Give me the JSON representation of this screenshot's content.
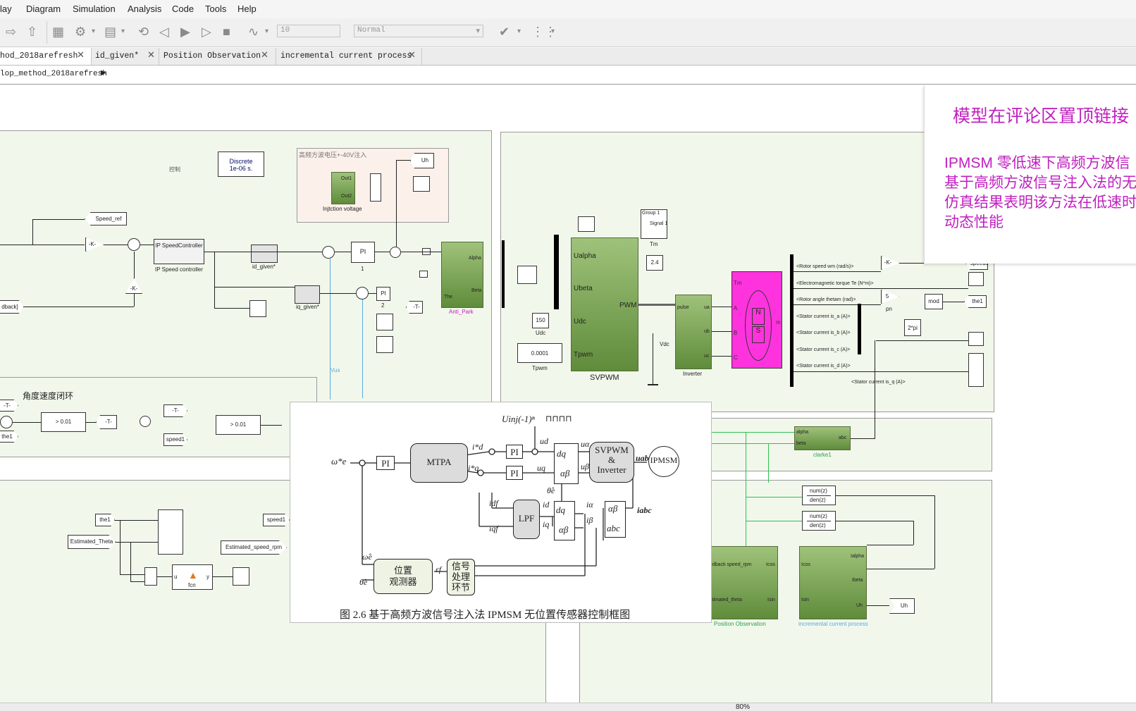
{
  "menu": [
    "lay",
    "Diagram",
    "Simulation",
    "Analysis",
    "Code",
    "Tools",
    "Help"
  ],
  "toolbar": {
    "stop_time": "10",
    "sim_mode": "Normal"
  },
  "tabs": [
    {
      "label": "hod_2018arefresh"
    },
    {
      "label": "id_given*"
    },
    {
      "label": "Position Observation"
    },
    {
      "label": "incremental current process"
    }
  ],
  "breadcrumb": "lop_method_2018arefresh",
  "annotation": {
    "title": "模型在评论区置顶链接",
    "lines": [
      "IPMSM 零低速下高频方波信",
      "基于高频方波信号注入法的无",
      "仿真结果表明该方法在低速时",
      "动态性能"
    ]
  },
  "model": {
    "discrete_label": "Discrete\n1e-06 s.",
    "control_label": "控制",
    "hf_area_title": "高频方波电压+-40V注入",
    "injection_label": "Injtction voltage",
    "out1": "Out1",
    "out2": "Out2",
    "uh": "Uh",
    "speed_ref": "Speed_ref",
    "gain_k": "-K-",
    "feedback": "dback]",
    "ip_speed_block": "IP SpeedController",
    "ip_speed_label": "IP Speed controller",
    "id_given": "id_given*",
    "iq_given": "iq_given*",
    "pi": "PI",
    "pi1": "1",
    "pi2": "2",
    "anti_park": "Anti_Park",
    "alpha": "Alpha",
    "beta": "Beta",
    "the": "The",
    "tag_t": "-T-",
    "svpwm": "SVPWM",
    "ualpha": "Ualpha",
    "ubeta": "Ubeta",
    "udc": "Udc",
    "tpwm": "Tpwm",
    "pwm": "PWM",
    "udc_val": "150",
    "udc_lbl": "Udc",
    "tpwm_val": "0.0001",
    "tpwm_lbl": "Tpwm",
    "group1": "Group 1",
    "signal1": "Signal 1",
    "tm": "Tm",
    "val24": "2.4",
    "inverter": "Inverter",
    "pulse": "pulse",
    "vdc": "Vdc",
    "ua": "ua",
    "ub": "ub",
    "uc": "uc",
    "sig_a": "A",
    "sig_b": "B",
    "sig_c": "C",
    "motor_n": "N",
    "motor_s": "S",
    "motor_m": "m",
    "bus_labels": [
      "<Rotor speed wm (rad/s)>",
      "<Electromagnetic torque Te (N*m)>",
      "<Rotor angle thetam (rad)>",
      "<Stator current is_a (A)>",
      "<Stator current is_b (A)>",
      "<Stator current is_c (A)>",
      "<Stator current is_d (A)>",
      "<Stator current is_q (A)>"
    ],
    "speed1": "speed1",
    "pn_val": "5",
    "pn": "pn",
    "mod": "mod",
    "the1": "the1",
    "two_pi": "2*pi",
    "angle_loop": "角度速度闭环",
    "gt001": "> 0.01",
    "vus": "Vus",
    "clarke": "clarke1",
    "c_alpha": "alpha",
    "c_beta": "beta",
    "c_abc": "abc",
    "numz": "num(z)",
    "denz": "den(z)",
    "estimated_theta": "Estimated_Theta",
    "estimated_speed": "Estimated_speed_rpm",
    "fcn": "fcn",
    "fcn_u": "u",
    "fcn_y": "y",
    "pos_obs": "Position Observation",
    "inc_proc": "incremental current process",
    "feedback_speed": "edback speed_rpm",
    "stimated_theta": "stimated_theta",
    "icos": "Icos",
    "isin": "Isin",
    "ialpha": "Ialpha",
    "ibeta": "Ibeta"
  },
  "figure": {
    "caption": "图 2.6  基于高频方波信号注入法 IPMSM 无位置传感器控制框图",
    "uinj": "Uinj(-1)ⁿ",
    "we_ref": "ω*e",
    "pi": "PI",
    "mtpa": "MTPA",
    "id_ref": "i*d",
    "iq_ref": "i*q",
    "ud": "ud",
    "uq": "uq",
    "ua": "uα",
    "ub": "uβ",
    "dq": "dq",
    "ab": "αβ",
    "svpwm_line1": "SVPWM",
    "svpwm_line2": "&",
    "svpwm_line3": "Inverter",
    "uabc": "uabc",
    "ipmsm": "IPMSM",
    "theta_hat": "θ̂e",
    "idf": "idf",
    "iqf": "iqf",
    "lpf": "LPF",
    "id": "id",
    "iq": "iq",
    "ialpha": "iα",
    "ibeta": "iβ",
    "abc": "abc",
    "iabc": "iabc",
    "we_hat": "ω̂e",
    "theta_hat2": "θ̂e",
    "observer_l1": "位置",
    "observer_l2": "观测器",
    "ef": "εf",
    "signal_l1": "信号",
    "signal_l2": "处理",
    "signal_l3": "环节"
  },
  "status": {
    "zoom": "80%"
  }
}
